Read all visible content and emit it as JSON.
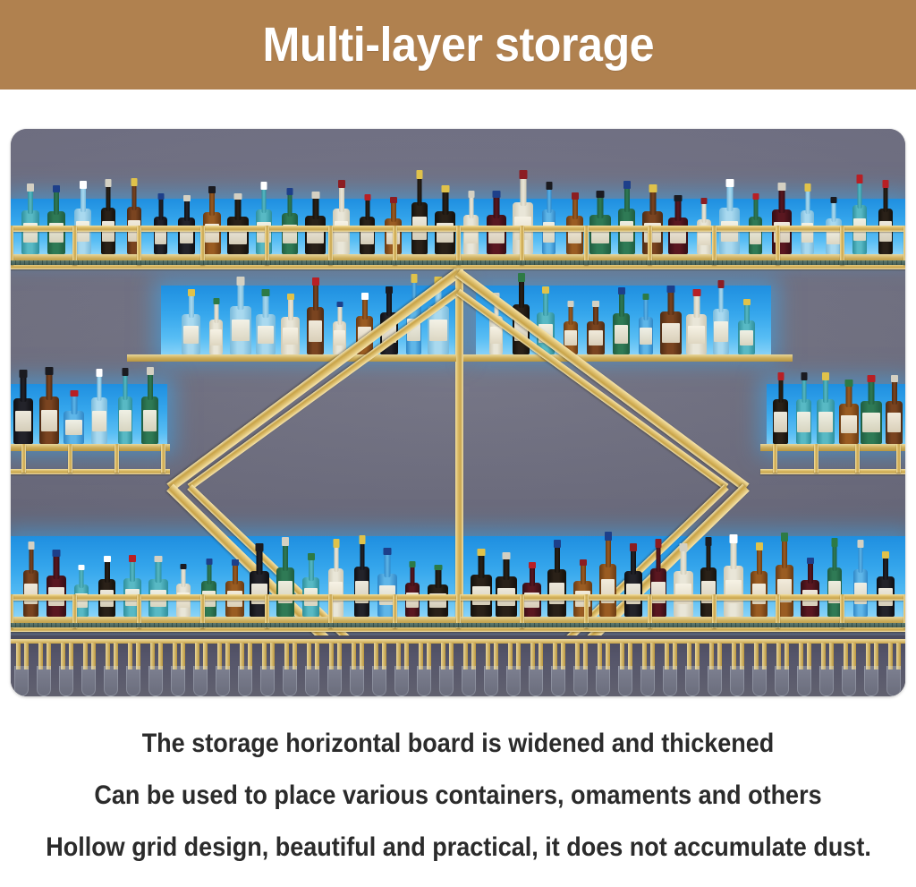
{
  "header": {
    "title": "Multi-layer storage",
    "band_color": "#b0814f",
    "title_color": "#ffffff"
  },
  "photo": {
    "alt_name": "gold-diamond-bar-wine-rack",
    "wall_color": "#767680",
    "led_color": "#35a6ec",
    "frame_color": "#d4b062",
    "glass_rack_color": "#55556a"
  },
  "captions": {
    "line1": "The storage horizontal board is widened and thickened",
    "line2": "Can be used to place various containers, omaments and others",
    "line3": "Hollow grid design, beautiful and practical, it does not accumulate dust.",
    "text_color": "#2b2b2b"
  }
}
